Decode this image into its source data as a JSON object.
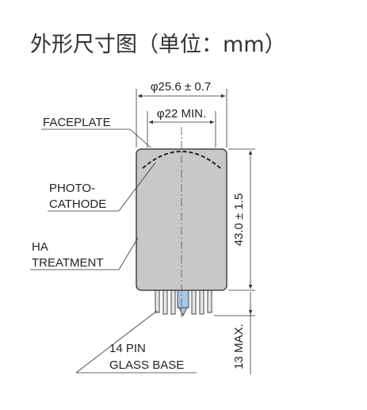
{
  "title": "外形尺寸图（单位：mm）",
  "dimensions": {
    "outer_diameter": "φ25.6 ± 0.7",
    "min_diameter": "φ22 MIN.",
    "length": "43.0 ± 1.5",
    "pin_length": "13 MAX."
  },
  "labels": {
    "faceplate": "FACEPLATE",
    "photocathode_line1": "PHOTO-",
    "photocathode_line2": "CATHODE",
    "ha_line1": "HA",
    "ha_line2": "TREATMENT",
    "base_line1": "14 PIN",
    "base_line2": "GLASS BASE"
  },
  "colors": {
    "tube_fill": "#c8c8c8",
    "tube_stroke": "#444444",
    "pin_fill": "#e8e8e8",
    "center_pin": "#a9c7e6",
    "line": "#333333"
  }
}
